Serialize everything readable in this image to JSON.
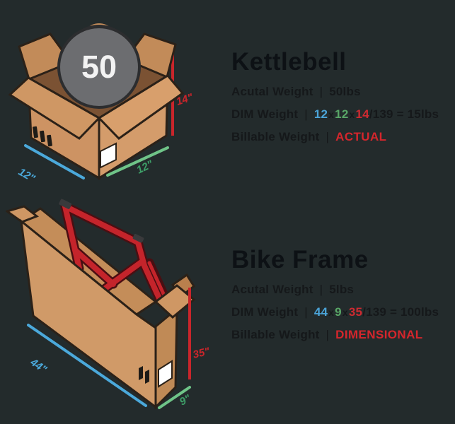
{
  "background": "#232B2C",
  "colors": {
    "accent_blue": "#4BA4D8",
    "accent_green": "#59A767",
    "accent_green_dark": "#3E9F68",
    "accent_red": "#CE2A31",
    "billable_red": "#D5262C",
    "text_dark": "#15181A",
    "box_tan": "#D49C6B",
    "kettlebell_gray": "#6C6D70"
  },
  "kettlebell": {
    "title": "Kettlebell",
    "weight_on_bell": "50",
    "rows": {
      "actual": {
        "label": "Acutal Weight",
        "sep": "|",
        "value": "50lbs"
      },
      "dim": {
        "label": "DIM Weight",
        "sep": "|",
        "l": "12",
        "x1": "x",
        "w": "12",
        "x2": "x",
        "h": "14",
        "rest": "/139 = 15lbs"
      },
      "billable": {
        "label": "Billable Weight",
        "sep": "|",
        "value": "ACTUAL"
      }
    },
    "dims": {
      "left": "12\"",
      "right": "12\"",
      "height": "14\""
    }
  },
  "bike": {
    "title": "Bike Frame",
    "rows": {
      "actual": {
        "label": "Acutal Weight",
        "sep": "|",
        "value": "5lbs"
      },
      "dim": {
        "label": "DIM Weight",
        "sep": "|",
        "l": "44",
        "x1": "x",
        "w": "9",
        "x2": "x",
        "h": "35",
        "rest": "/139 = 100lbs"
      },
      "billable": {
        "label": "Billable Weight",
        "sep": "|",
        "value": "DIMENSIONAL"
      }
    },
    "dims": {
      "left": "44\"",
      "right": "9\"",
      "height": "35\""
    }
  }
}
